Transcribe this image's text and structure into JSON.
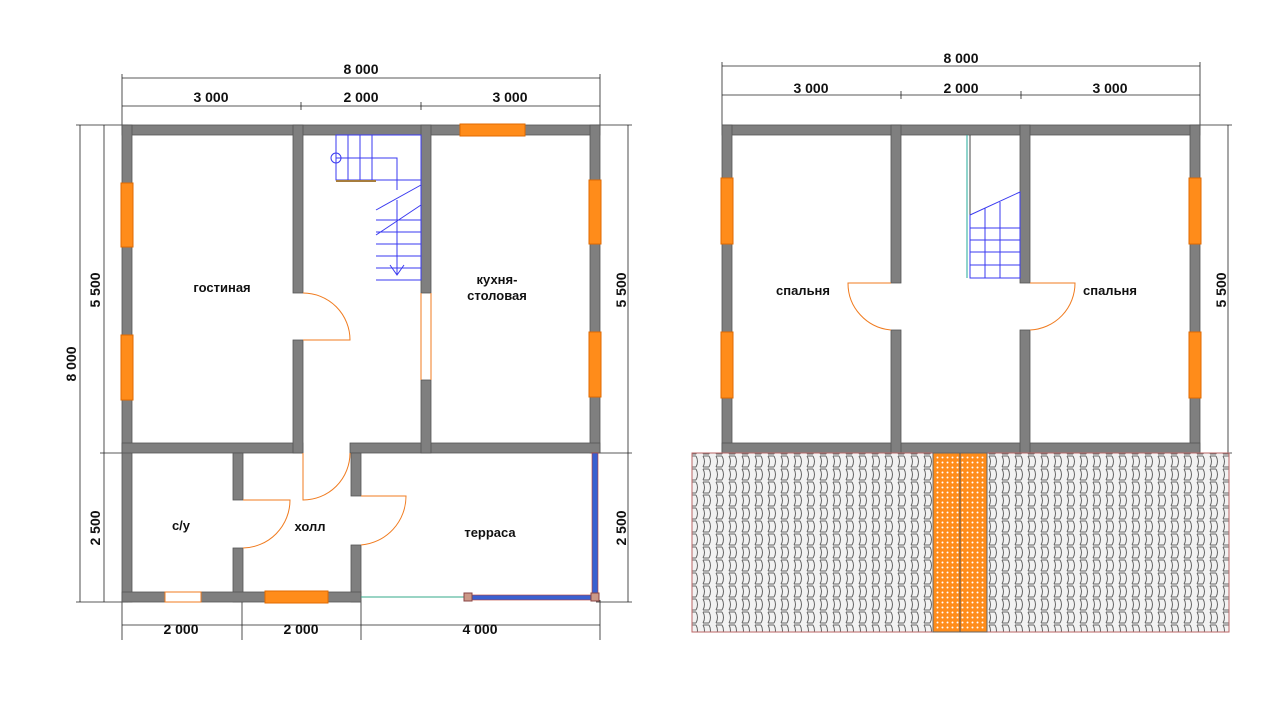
{
  "plan_ground": {
    "dims": {
      "total_top": "8 000",
      "top": [
        "3 000",
        "2 000",
        "3 000"
      ],
      "bottom": [
        "2 000",
        "2 000",
        "4 000"
      ],
      "left_total": "8 000",
      "left": [
        "5 500",
        "2 500"
      ],
      "right": [
        "5 500",
        "2 500"
      ]
    },
    "rooms": {
      "living": "гостиная",
      "kitchen_1": "кухня-",
      "kitchen_2": "столовая",
      "wc": "с/у",
      "hall": "холл",
      "terrace": "терраса"
    }
  },
  "plan_upper": {
    "dims": {
      "total_top": "8 000",
      "top": [
        "3 000",
        "2 000",
        "3 000"
      ],
      "right": "5 500"
    },
    "rooms": {
      "bedroom_left": "спальня",
      "bedroom_right": "спальня"
    }
  },
  "colors": {
    "wall": "#7f7f7f",
    "window": "#ff8c1a",
    "stair": "#3a3af0",
    "door": "#f07b1f"
  }
}
